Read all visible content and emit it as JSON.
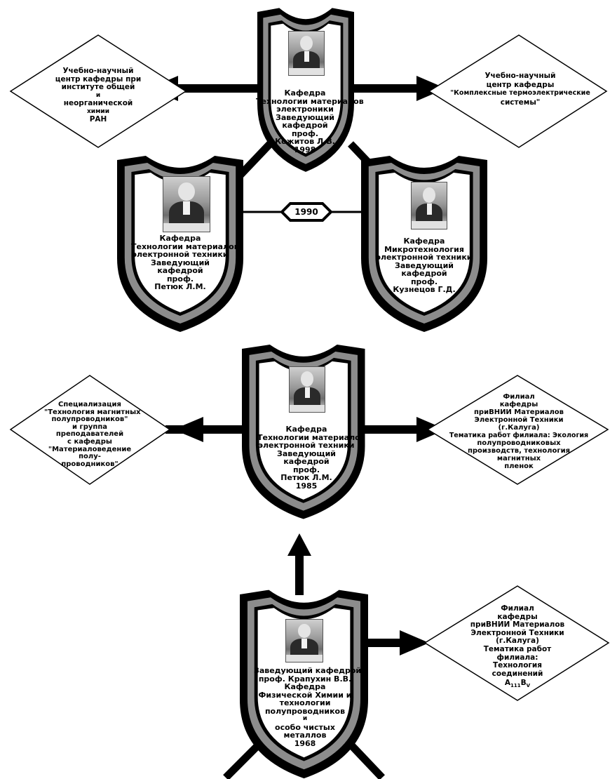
{
  "diagram": {
    "top_shield": {
      "lines": [
        "Кафедра",
        "Технологии материалов",
        "электроники",
        "Заведующий",
        "кафедрой",
        "проф.",
        "Кожитов Л.В.",
        "1998"
      ]
    },
    "left_diamond": {
      "lines": [
        "Учебно-научный",
        "центр кафедры при",
        "институте общей",
        "и",
        "неорганической",
        "химии",
        "РАН"
      ]
    },
    "right_diamond": {
      "lines": [
        "Учебно-научный",
        "центр кафедры",
        "\"Комплексные термоэлектрические",
        "системы\""
      ]
    },
    "mid_left_shield": {
      "lines": [
        "Кафедра",
        "Технологии материалов",
        "электронной техники",
        "Заведующий",
        "кафедрой",
        "проф.",
        "Петюк Л.М."
      ]
    },
    "mid_right_shield": {
      "lines": [
        "Кафедра",
        "Микротехнология",
        "электронной техники",
        "Заведующий",
        "кафедрой",
        "проф.",
        "Кузнецов Г.Д."
      ]
    },
    "year_1990": "1990",
    "center_shield": {
      "lines": [
        "Кафедра",
        "Технологии материалов",
        "электронной техники",
        "Заведующий",
        "кафедрой",
        "проф.",
        "Петюк Л.М.",
        "1985"
      ]
    },
    "center_left_diamond": {
      "lines": [
        "Специализация",
        "\"Технология магнитных",
        "полупроводников\"",
        "и группа",
        "преподавателей",
        "с кафедры",
        "\"Материаловедение",
        "полу-",
        "проводников\""
      ]
    },
    "center_right_diamond": {
      "lines": [
        "Филиал",
        "кафедры",
        "приВНИИ Материалов",
        "Электронной Техники",
        "(г.Калуга)",
        "Тематика работ филиала: Экология",
        "полупроводниковых",
        "производств, технология",
        "магнитных",
        "пленок"
      ]
    },
    "bottom_shield": {
      "lines": [
        "Заведующий кафедрой",
        "проф. Крапухин В.В.",
        "Кафедра",
        "Физической Химии и",
        "технологии",
        "полупроводников",
        "и",
        "особо чистых",
        "металлов",
        "1968"
      ]
    },
    "bottom_right_diamond": {
      "lines": [
        "Филиал",
        "кафедры",
        "приВНИИ Материалов",
        "Электронной Техники",
        "(г.Калуга)",
        "Тематика работ",
        "филиала:",
        "Технология",
        "соединений"
      ],
      "formula_a": "A",
      "formula_a_sub": "111",
      "formula_b": "B",
      "formula_b_sub": "V"
    }
  }
}
